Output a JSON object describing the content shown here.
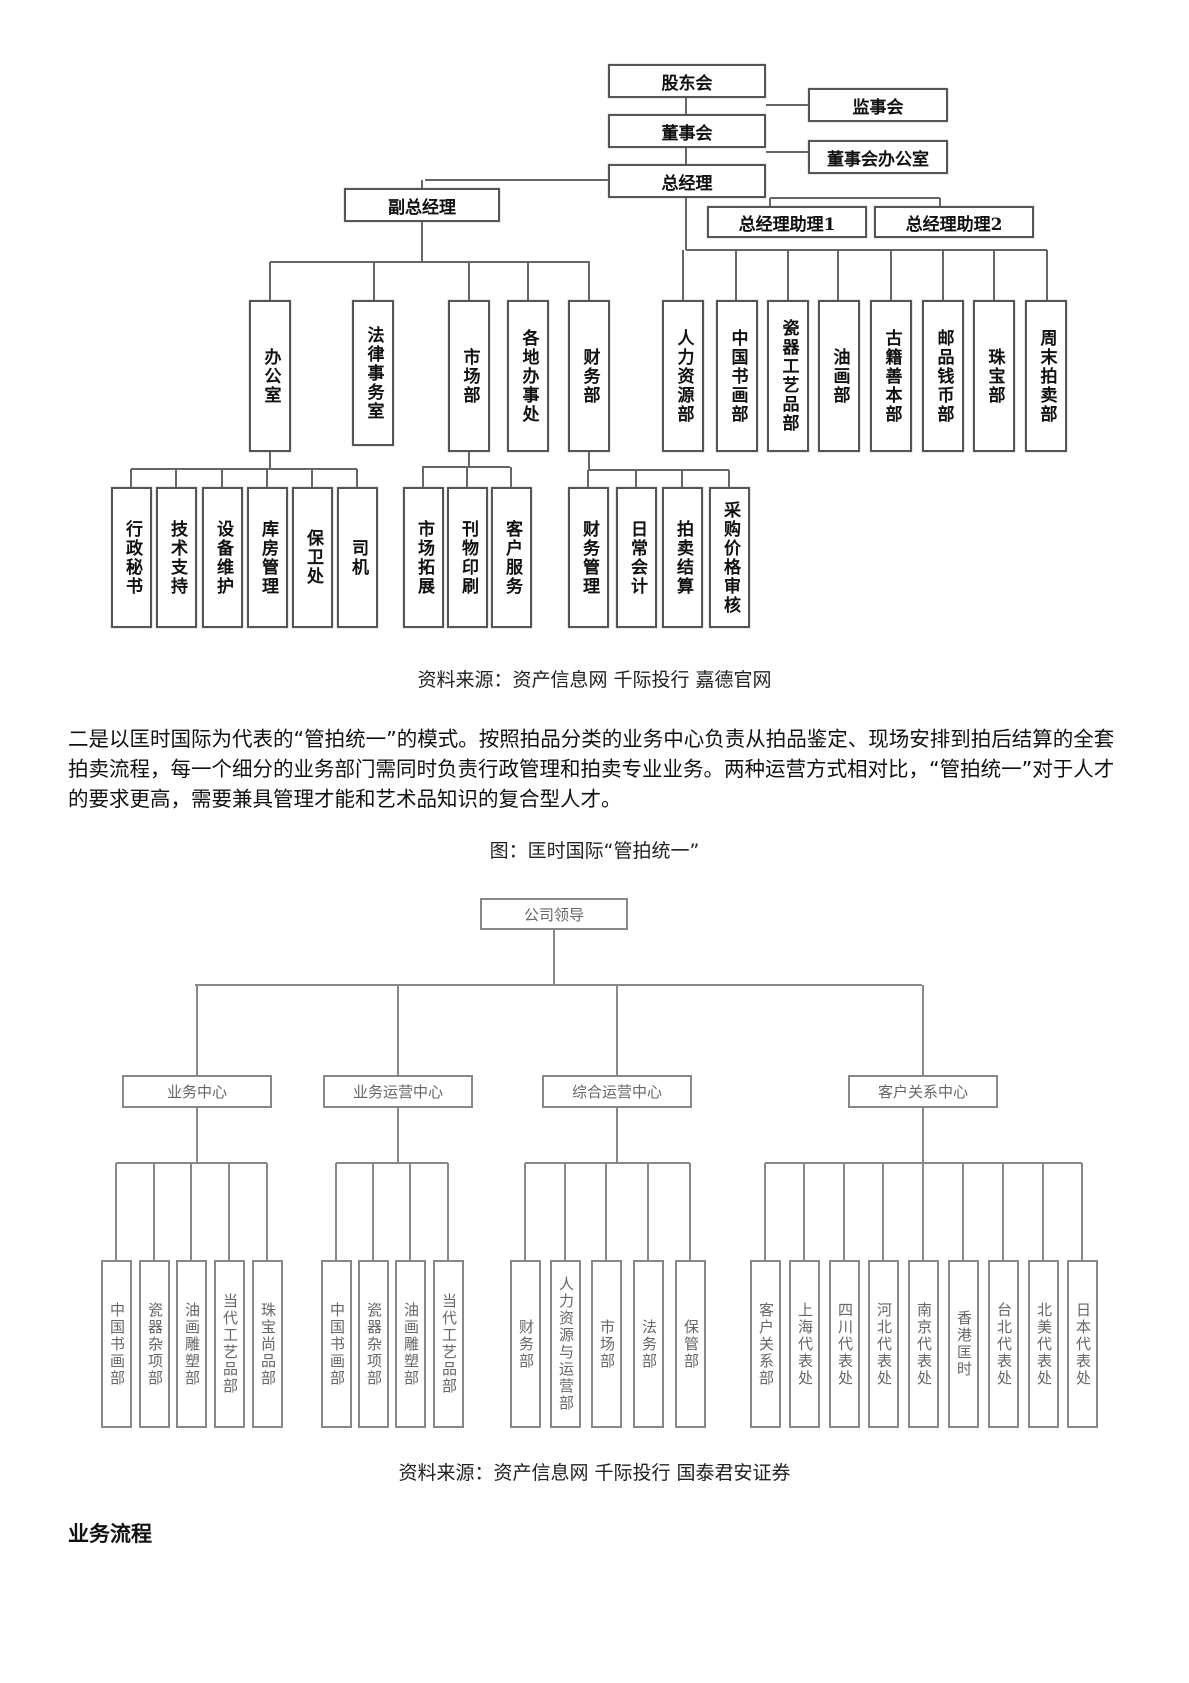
{
  "chart1": {
    "top": [
      "股东会",
      "监事会",
      "董事会",
      "董事会办公室",
      "总经理",
      "副总经理",
      "总经理助理1",
      "总经理助理2"
    ],
    "depts": [
      "办公室",
      "法律事务室",
      "市场部",
      "各地办事处",
      "财务部",
      "人力资源部",
      "中国书画部",
      "瓷器工艺品部",
      "油画部",
      "古籍善本部",
      "邮品钱币部",
      "珠宝部",
      "周末拍卖部"
    ],
    "office_sub": [
      "行政秘书",
      "技术支持",
      "设备维护",
      "库房管理",
      "保卫处",
      "司机"
    ],
    "market_sub": [
      "市场拓展",
      "刊物印刷",
      "客户服务"
    ],
    "finance_sub": [
      "财务管理",
      "日常会计",
      "拍卖结算",
      "采购价格审核"
    ]
  },
  "caption1": "资料来源：资产信息网 千际投行 嘉德官网",
  "paragraph": "二是以匡时国际为代表的“管拍统一”的模式。按照拍品分类的业务中心负责从拍品鉴定、现场安排到拍后结算的全套拍卖流程，每一个细分的业务部门需同时负责行政管理和拍卖专业业务。两种运营方式相对比，“管拍统一”对于人才的要求更高，需要兼具管理才能和艺术品知识的复合型人才。",
  "figure_title": "图：匡时国际“管拍统一”",
  "chart2": {
    "root": "公司领导",
    "centers": [
      "业务中心",
      "业务运营中心",
      "综合运营中心",
      "客户关系中心"
    ],
    "groups": [
      [
        "中国书画部",
        "瓷器杂项部",
        "油画雕塑部",
        "当代工艺品部",
        "珠宝尚品部"
      ],
      [
        "中国书画部",
        "瓷器杂项部",
        "油画雕塑部",
        "当代工艺品部"
      ],
      [
        "财务部",
        "人力资源与运营部",
        "市场部",
        "法务部",
        "保管部"
      ],
      [
        "客户关系部",
        "上海代表处",
        "四川代表处",
        "河北代表处",
        "南京代表处",
        "香港匡时",
        "台北代表处",
        "北美代表处",
        "日本代表处"
      ]
    ]
  },
  "caption2": "资料来源：资产信息网 千际投行 国泰君安证券",
  "section_heading": "业务流程"
}
